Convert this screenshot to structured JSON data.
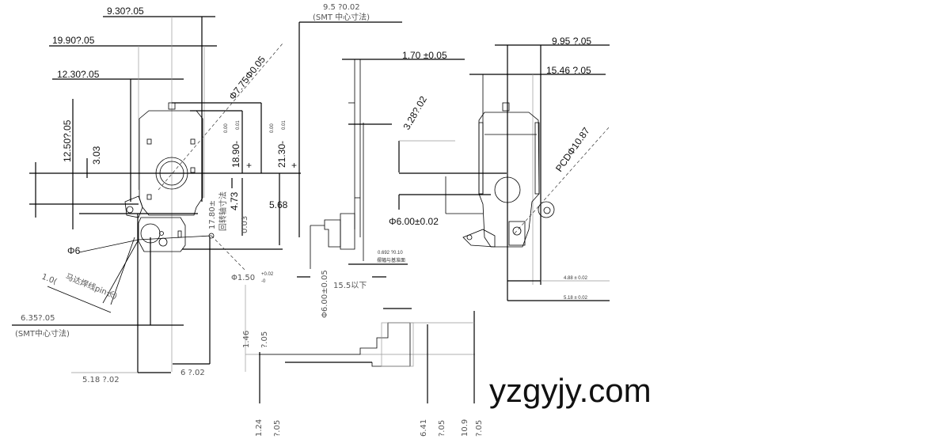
{
  "front_view": {
    "dim_9_30": "9.30?.05",
    "dim_19_90": "19.90?.05",
    "dim_12_30": "12.30?.05",
    "dim_12_50": "12.50?.05",
    "dim_3_03": "3.03",
    "dim_phi_7_75": "Φ7.75Φ0.05",
    "dim_18_90": "18.90-",
    "dim_18_90_upper": "0.00",
    "dim_18_90_lower": "0.01",
    "dim_21_30": "21.30-",
    "dim_21_30_upper": "0.00",
    "dim_21_30_lower": "0.01",
    "dim_5_68": "5.68",
    "dim_4_73": "4.73",
    "rotation_axis_note": "回转轴寸法",
    "dim_17_80": "17.80±",
    "dim_0_03": "0.03",
    "dim_phi_6": "Φ6",
    "dim_1_0": "1.0(",
    "pin_note": "马达焊线pin长)",
    "dim_6_35": "6.35?.05",
    "smt_note_left": "(SMT中心寸法)",
    "dim_5_18": "5.18 ?.02",
    "dim_6": "6 ?.02",
    "dim_phi_1_50": "Φ1.50",
    "dim_phi_1_50_upper": "+0.02",
    "dim_phi_1_50_lower": "-0"
  },
  "side_view": {
    "dim_9_5": "9.5 ?0.02",
    "smt_note": "(SMT 中心寸法)",
    "dim_1_70": "1.70 ±0.05",
    "dim_3_28": "3.28?.02",
    "dim_phi_6_00": "Φ6.00±0.02",
    "dim_0_692": "0.692 ?0.10",
    "swing_note": "摆幅与基准面",
    "dim_phi_6_00_05": "Φ6.00±0.05",
    "dim_15_5": "15.5以下"
  },
  "right_view": {
    "dim_9_95": "9.95 ?.05",
    "dim_15_46": "15.46 ?.05",
    "dim_pcd": "PCDΦ10.87",
    "dim_4_88": "4.88 ± 0.02",
    "dim_5_18": "5.18 ± 0.02"
  },
  "bottom_view": {
    "dim_1_46": "1.46",
    "tol_1_46": "?.05",
    "dim_1_24": "1.24",
    "tol_1_24": "?.05",
    "dim_6_41": "6.41",
    "tol_6_41": "?.05",
    "dim_10_9": "10.9",
    "tol_10_9": "?.05"
  },
  "watermark": "yzgyjy.com"
}
